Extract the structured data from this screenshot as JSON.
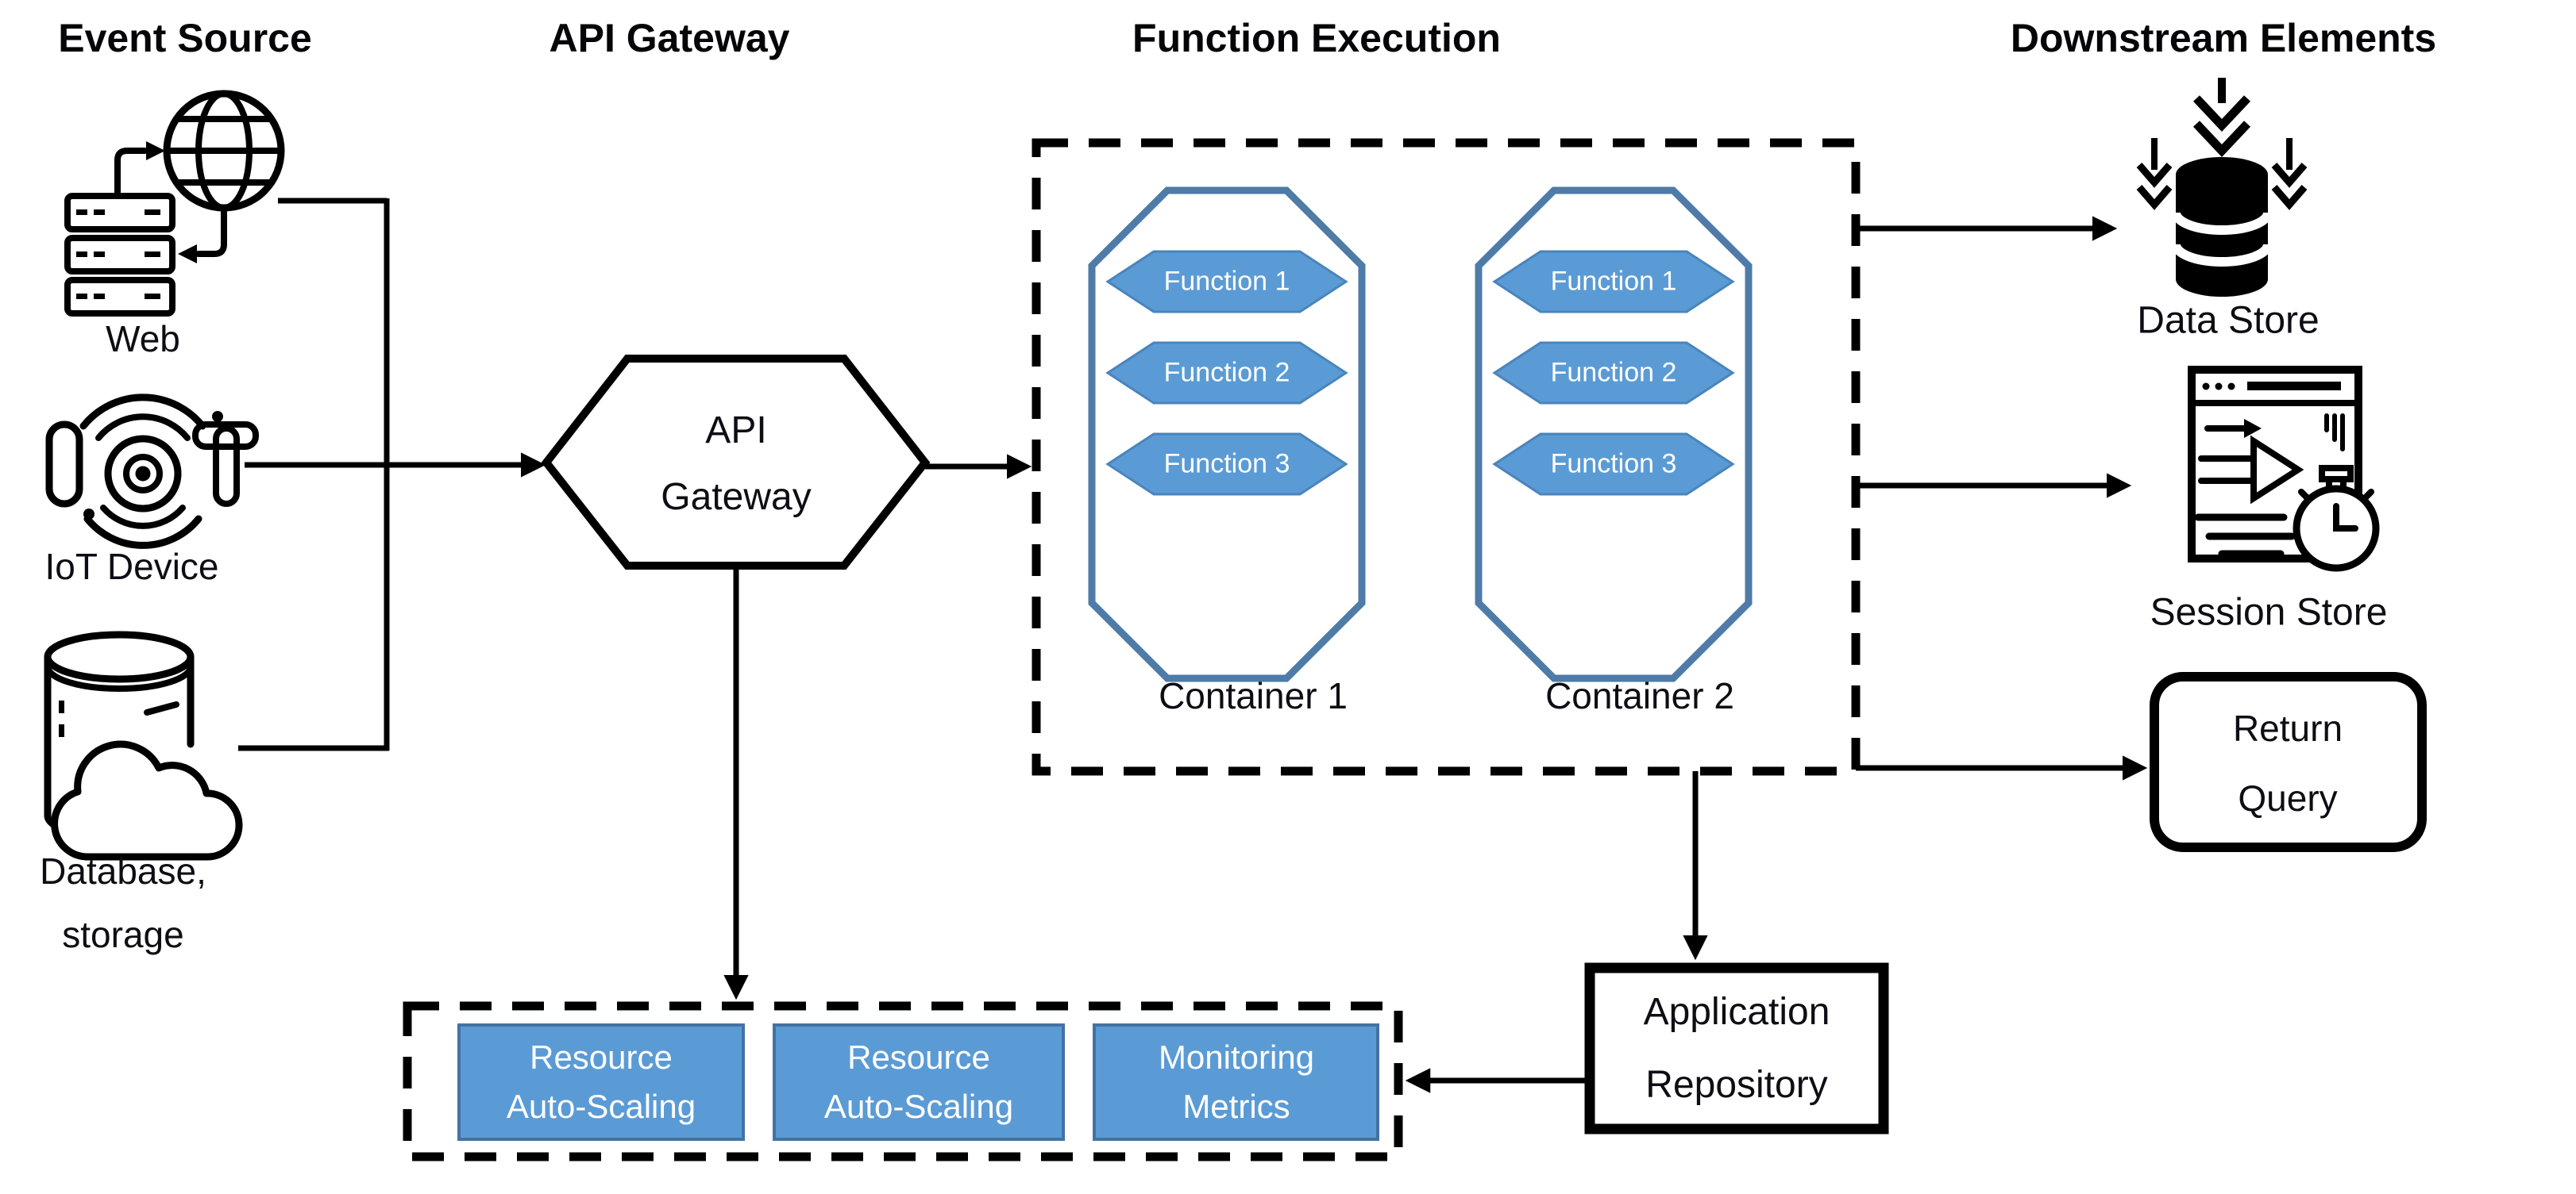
{
  "titles": {
    "event_source": "Event Source",
    "api_gateway": "API Gateway",
    "function_execution": "Function Execution",
    "downstream": "Downstream Elements"
  },
  "event_sources": {
    "web": "Web",
    "iot": "IoT Device",
    "database": "Database,\nstorage"
  },
  "gateway": {
    "label": "API\nGateway"
  },
  "function_execution": {
    "containers": [
      {
        "label": "Container 1",
        "functions": [
          "Function 1",
          "Function 2",
          "Function 3"
        ]
      },
      {
        "label": "Container 2",
        "functions": [
          "Function 1",
          "Function 2",
          "Function 3"
        ]
      }
    ]
  },
  "downstream": {
    "data_store": "Data Store",
    "session_store": "Session Store",
    "return_query": "Return\nQuery"
  },
  "repository": {
    "label": "Application\nRepository"
  },
  "scaling": {
    "boxes": [
      "Resource\nAuto-Scaling",
      "Resource\nAuto-Scaling",
      "Monitoring\nMetrics"
    ]
  },
  "icons": {
    "web": "web-server-globe-icon",
    "iot": "iot-signal-icon",
    "database": "database-cloud-icon",
    "data_store": "data-store-cylinder-arrows-icon",
    "session_store": "session-browser-stopwatch-icon"
  },
  "colors": {
    "accent_blue": "#5b9bd5",
    "accent_blue_border": "#41719c",
    "octagon_stroke": "#4e7ba7",
    "line": "#000000",
    "background": "#ffffff"
  }
}
